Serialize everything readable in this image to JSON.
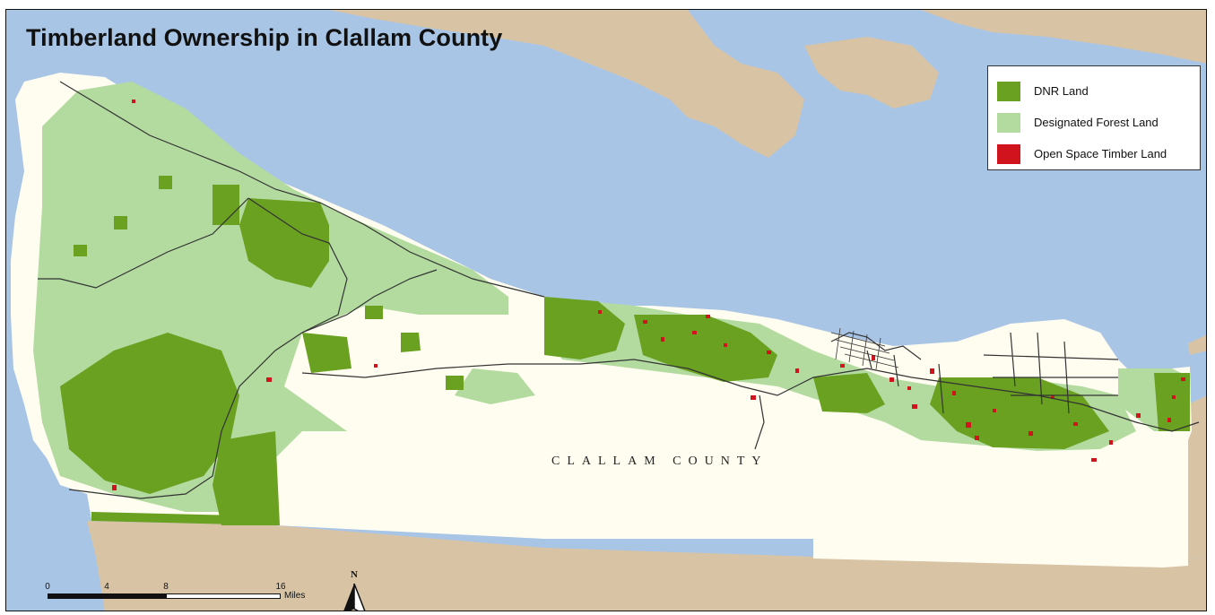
{
  "map": {
    "title": "Timberland Ownership in Clallam County",
    "county_label": "CLALLAM COUNTY",
    "colors": {
      "water": "#a9c5e6",
      "land_other": "#d8c3a5",
      "county_base": "#fffdf0",
      "dnr_land": "#6aa121",
      "designated_forest": "#b3dba0",
      "open_space_timber": "#d0131c",
      "roads": "#333333"
    }
  },
  "legend": {
    "items": [
      {
        "label": "DNR Land",
        "color": "#6aa121",
        "icon": "dnr-land-swatch"
      },
      {
        "label": "Designated Forest Land",
        "color": "#b3dba0",
        "icon": "designated-forest-swatch"
      },
      {
        "label": "Open Space Timber Land",
        "color": "#d0131c",
        "icon": "open-space-timber-swatch"
      }
    ]
  },
  "scale_bar": {
    "ticks": [
      "0",
      "4",
      "8",
      "16"
    ],
    "unit": "Miles"
  },
  "north_arrow": {
    "letter": "N",
    "icon": "north-arrow-icon"
  }
}
